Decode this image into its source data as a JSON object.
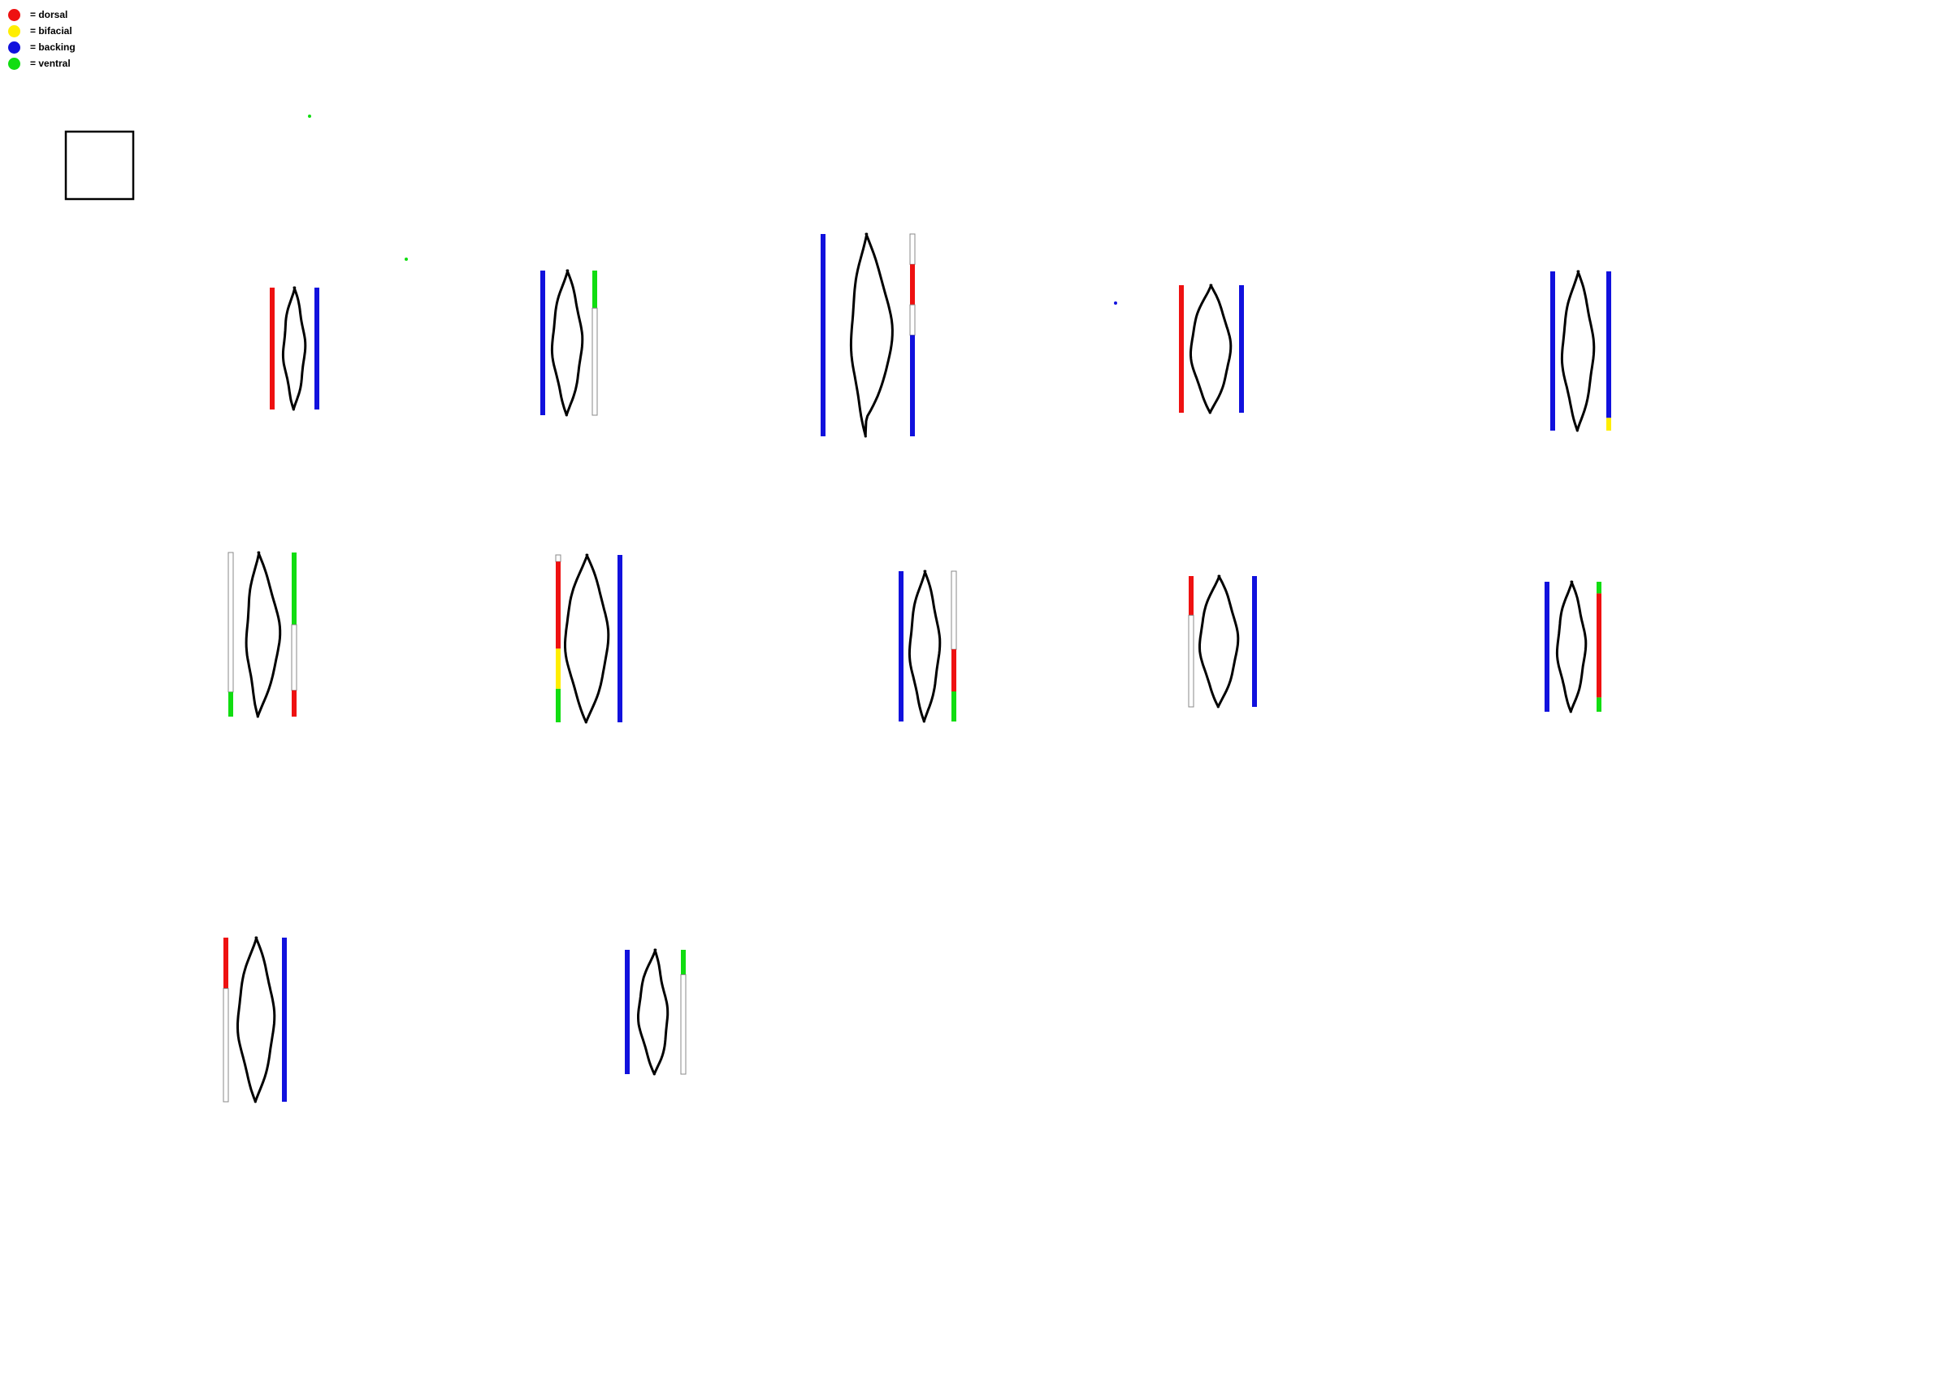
{
  "colors": {
    "dorsal": "#ee1111",
    "bifacial": "#ffee00",
    "backing": "#1111dd",
    "ventral": "#11dd11",
    "none": "#ffffff",
    "outline": "#000000"
  },
  "legend": [
    {
      "key": "dorsal",
      "label": "= dorsal"
    },
    {
      "key": "bifacial",
      "label": "= bifacial"
    },
    {
      "key": "backing",
      "label": "= backing"
    },
    {
      "key": "ventral",
      "label": "= ventral"
    }
  ],
  "scale_box": {
    "label": ""
  },
  "artifacts": [
    {
      "left": [
        {
          "retouch": "dorsal",
          "fraction": 1.0
        }
      ],
      "right": [
        {
          "retouch": "backing",
          "fraction": 1.0
        }
      ]
    },
    {
      "left": [
        {
          "retouch": "backing",
          "fraction": 1.0
        }
      ],
      "right": [
        {
          "retouch": "ventral",
          "fraction": 0.26
        },
        {
          "retouch": "none",
          "fraction": 0.74
        }
      ]
    },
    {
      "left": [
        {
          "retouch": "backing",
          "fraction": 1.0
        }
      ],
      "right": [
        {
          "retouch": "none",
          "fraction": 0.15
        },
        {
          "retouch": "dorsal",
          "fraction": 0.2
        },
        {
          "retouch": "none",
          "fraction": 0.15
        },
        {
          "retouch": "backing",
          "fraction": 0.5
        }
      ]
    },
    {
      "left": [
        {
          "retouch": "dorsal",
          "fraction": 1.0
        }
      ],
      "right": [
        {
          "retouch": "backing",
          "fraction": 1.0
        }
      ]
    },
    {
      "left": [
        {
          "retouch": "backing",
          "fraction": 1.0
        }
      ],
      "right": [
        {
          "retouch": "backing",
          "fraction": 0.92
        },
        {
          "retouch": "bifacial",
          "fraction": 0.08
        }
      ]
    },
    {
      "left": [
        {
          "retouch": "none",
          "fraction": 0.85
        },
        {
          "retouch": "ventral",
          "fraction": 0.15
        }
      ],
      "right": [
        {
          "retouch": "ventral",
          "fraction": 0.44
        },
        {
          "retouch": "none",
          "fraction": 0.4
        },
        {
          "retouch": "dorsal",
          "fraction": 0.16
        }
      ]
    },
    {
      "left": [
        {
          "retouch": "none",
          "fraction": 0.04
        },
        {
          "retouch": "dorsal",
          "fraction": 0.52
        },
        {
          "retouch": "bifacial",
          "fraction": 0.24
        },
        {
          "retouch": "ventral",
          "fraction": 0.2
        }
      ],
      "right": [
        {
          "retouch": "backing",
          "fraction": 1.0
        }
      ]
    },
    {
      "left": [
        {
          "retouch": "backing",
          "fraction": 1.0
        }
      ],
      "right": [
        {
          "retouch": "none",
          "fraction": 0.52
        },
        {
          "retouch": "dorsal",
          "fraction": 0.28
        },
        {
          "retouch": "ventral",
          "fraction": 0.2
        }
      ]
    },
    {
      "left": [
        {
          "retouch": "dorsal",
          "fraction": 0.3
        },
        {
          "retouch": "none",
          "fraction": 0.7
        }
      ],
      "right": [
        {
          "retouch": "backing",
          "fraction": 1.0
        }
      ]
    },
    {
      "left": [
        {
          "retouch": "backing",
          "fraction": 1.0
        }
      ],
      "right": [
        {
          "retouch": "ventral",
          "fraction": 0.09
        },
        {
          "retouch": "dorsal",
          "fraction": 0.8
        },
        {
          "retouch": "ventral",
          "fraction": 0.11
        }
      ]
    },
    {
      "left": [
        {
          "retouch": "dorsal",
          "fraction": 0.31
        },
        {
          "retouch": "none",
          "fraction": 0.69
        }
      ],
      "right": [
        {
          "retouch": "backing",
          "fraction": 1.0
        }
      ]
    },
    {
      "left": [
        {
          "retouch": "backing",
          "fraction": 1.0
        }
      ],
      "right": [
        {
          "retouch": "ventral",
          "fraction": 0.2
        },
        {
          "retouch": "none",
          "fraction": 0.8
        }
      ]
    }
  ],
  "stray_dots": [
    {
      "retouch": "ventral"
    },
    {
      "retouch": "ventral"
    },
    {
      "retouch": "backing"
    }
  ]
}
